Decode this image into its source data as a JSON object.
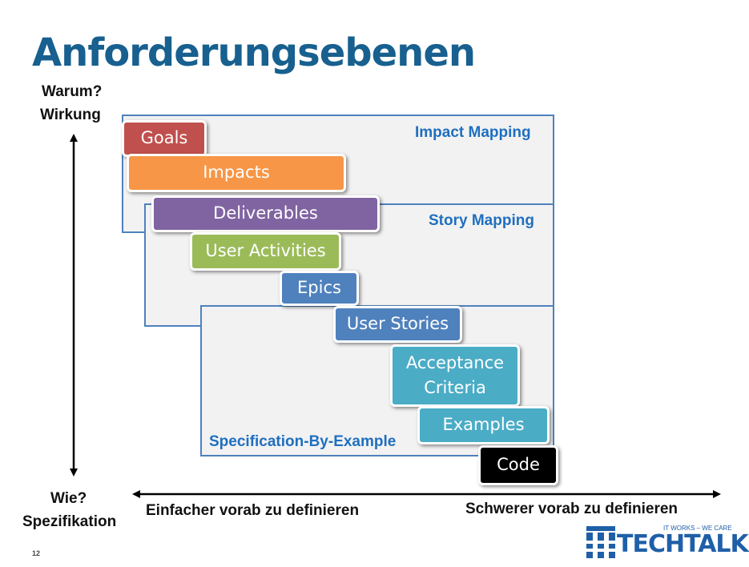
{
  "title": "Anforderungsebenen",
  "vertical_axis": {
    "top_label_line1": "Warum?",
    "top_label_line2": "Wirkung",
    "bottom_label_line1": "Wie?",
    "bottom_label_line2": "Spezifikation"
  },
  "horizontal_axis": {
    "left_label": "Einfacher vorab zu definieren",
    "right_label": "Schwerer vorab zu definieren"
  },
  "regions": {
    "impact_mapping": "Impact Mapping",
    "story_mapping": "Story Mapping",
    "specification_by_example": "Specification-By-Example"
  },
  "boxes": {
    "goals": "Goals",
    "impacts": "Impacts",
    "deliverables": "Deliverables",
    "user_activities": "User Activities",
    "epics": "Epics",
    "user_stories": "User Stories",
    "acceptance_line1": "Acceptance",
    "acceptance_line2": "Criteria",
    "examples": "Examples",
    "code": "Code"
  },
  "colors": {
    "goals": "#c0504d",
    "impacts": "#f79646",
    "deliverables": "#8064a2",
    "user_activities": "#9bbb59",
    "epics": "#4f81bd",
    "user_stories": "#4f81bd",
    "acceptance": "#4bacc6",
    "examples": "#4bacc6",
    "code": "#000000"
  },
  "page_number": "12",
  "logo": {
    "tagline": "IT WORKS – WE CARE",
    "word": "TECHTALK"
  }
}
